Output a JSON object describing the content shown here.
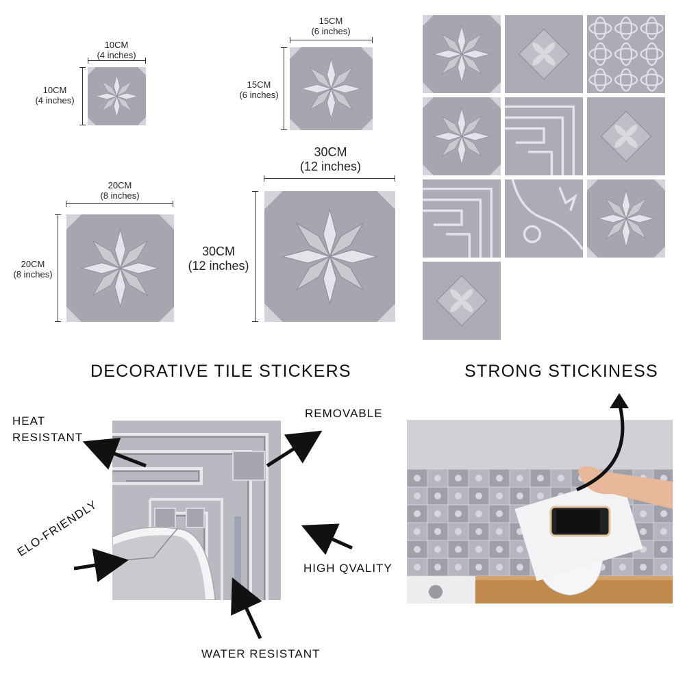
{
  "sizes": [
    {
      "cm": "10CM",
      "inches": "(4 inches)"
    },
    {
      "cm": "15CM",
      "inches": "(6 inches)"
    },
    {
      "cm": "20CM",
      "inches": "(8 inches)"
    },
    {
      "cm": "30CM",
      "inches": "(12 inches)"
    }
  ],
  "headings": {
    "decorative": "DECORATIVE TILE STICKERS",
    "stickiness": "STRONG STICKINESS"
  },
  "features": {
    "heat_line1": "HEAT",
    "heat_line2": "RESISTANT",
    "removable": "REMOVABLE",
    "eco": "ELO-FRIENDLY",
    "quality": "HIGH QVALITY",
    "water": "WATER RESISTANT"
  },
  "colors": {
    "tile_base": "#a7a8b2",
    "tile_light": "#d9d9df",
    "tile_dark": "#8c8d97",
    "arrow": "#111111"
  },
  "pattern_grid": [
    "star-corners",
    "flower-diamond",
    "petal-lattice",
    "star-corners",
    "meander",
    "diamond-flower",
    "meander-corner",
    "fleur-corner",
    "star-corners",
    "diamond-flower"
  ]
}
